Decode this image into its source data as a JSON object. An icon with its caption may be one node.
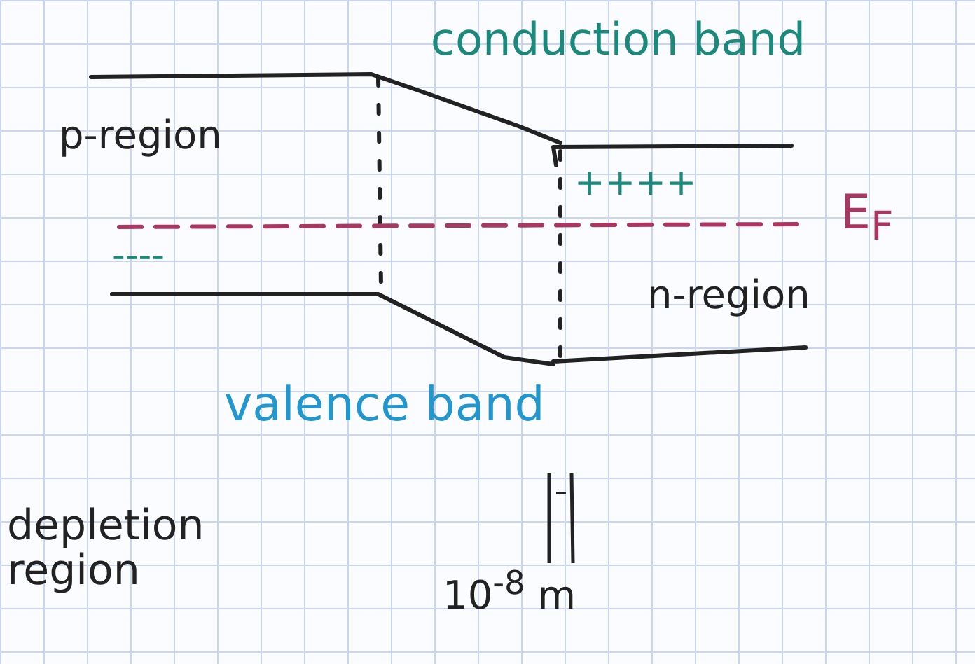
{
  "diagram": {
    "labels": [
      "conduction band",
      "p-region",
      "++++",
      "E$_{F}$",
      "----",
      "n-region",
      "valence band",
      "depletion region",
      "10$^{-8}$ m"
    ]
  }
}
